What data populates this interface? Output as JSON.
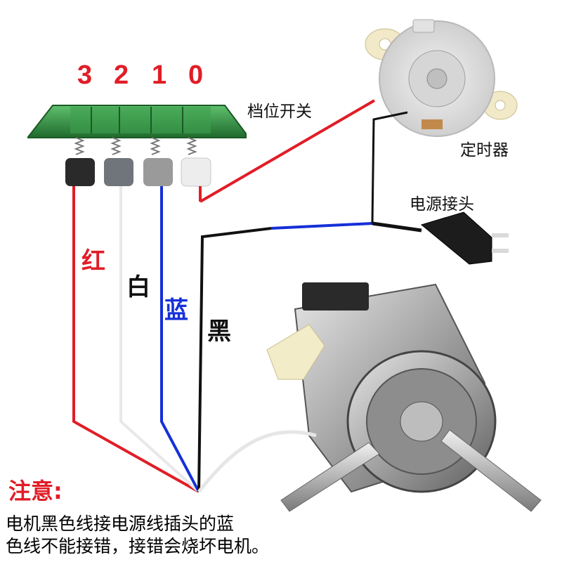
{
  "positions": [
    "3",
    "2",
    "1",
    "0"
  ],
  "labels": {
    "switch": "档位开关",
    "timer": "定时器",
    "plug": "电源接头"
  },
  "wires": [
    {
      "label": "红",
      "color": "#e11d27"
    },
    {
      "label": "白",
      "color": "#111111"
    },
    {
      "label": "蓝",
      "color": "#1530d8"
    },
    {
      "label": "黑",
      "color": "#000000"
    }
  ],
  "note": {
    "title": "注意:",
    "line1": "电机黑色线接电源线插头的蓝",
    "line2": "色线不能接错，接错会烧坏电机。"
  },
  "colors": {
    "red": "#e11d27",
    "blue": "#1530d8",
    "black": "#111111",
    "white_wire": "#e8e8e8",
    "switch_green": "#2e8b3e"
  }
}
